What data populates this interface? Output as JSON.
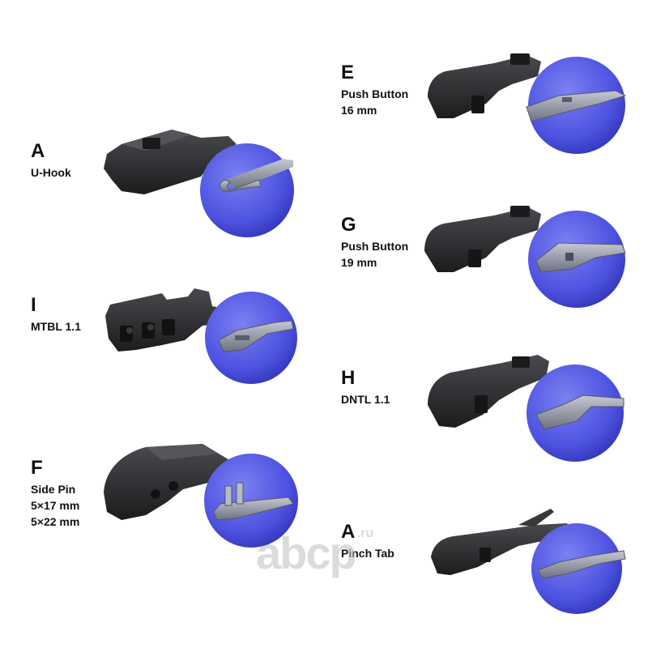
{
  "colors": {
    "circle": "#5b60e6",
    "circle_dark": "#3a3fc8",
    "adapter": "#2b2b2d",
    "adapter_light": "#48484b",
    "arm": "#8c8f99",
    "text": "#111111",
    "watermark": "#c8c8c8"
  },
  "connectors": [
    {
      "id": "a-uhook",
      "letter": "A",
      "name": "U-Hook"
    },
    {
      "id": "i-mtbl",
      "letter": "I",
      "name": "MTBL 1.1"
    },
    {
      "id": "f-sidepin",
      "letter": "F",
      "name": "Side Pin\n5×17 mm\n5×22 mm"
    },
    {
      "id": "e-pushbutton16",
      "letter": "E",
      "name": "Push Button\n16 mm"
    },
    {
      "id": "g-pushbutton19",
      "letter": "G",
      "name": "Push Button\n19 mm"
    },
    {
      "id": "h-dntl",
      "letter": "H",
      "name": "DNTL 1.1"
    },
    {
      "id": "a-pinchtab",
      "letter": "A",
      "name": "Pinch Tab"
    }
  ],
  "watermark": {
    "brand": "abcp",
    "tld": ".ru"
  }
}
